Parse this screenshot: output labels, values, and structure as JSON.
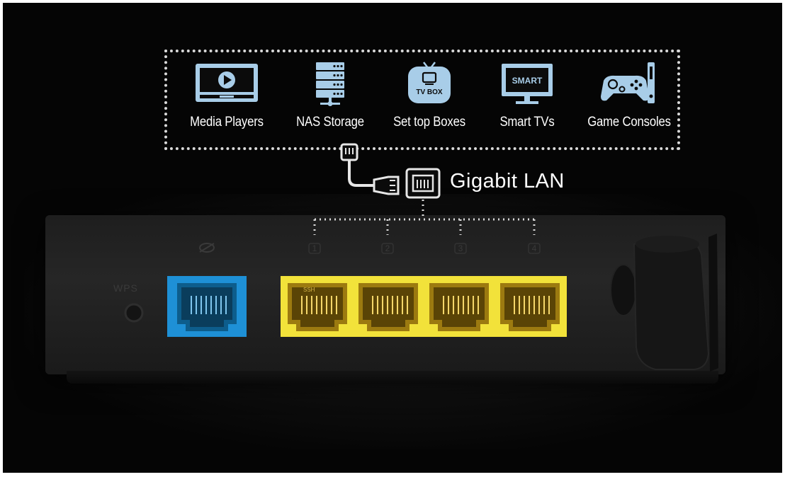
{
  "devices": [
    {
      "label": "Media Players",
      "icon": "media-player-icon"
    },
    {
      "label": "NAS Storage",
      "icon": "nas-storage-icon"
    },
    {
      "label": "Set top Boxes",
      "icon": "set-top-box-icon",
      "icon_text": "TV BOX"
    },
    {
      "label": "Smart TVs",
      "icon": "smart-tv-icon",
      "icon_text": "SMART"
    },
    {
      "label": "Game Consoles",
      "icon": "game-console-icon"
    }
  ],
  "connection": {
    "label": "Gigabit LAN",
    "icon": "ethernet-port-icon"
  },
  "router": {
    "wps_label": "WPS",
    "wan_icon": "wan-globe-icon",
    "lan_ports": [
      "1",
      "2",
      "3",
      "4"
    ],
    "lan_port_tag": "SSH"
  },
  "colors": {
    "icon_blue": "#a8cde8",
    "wan_port": "#1e90d6",
    "lan_port": "#f2e23a",
    "dotted_line": "#d9d9d9"
  }
}
